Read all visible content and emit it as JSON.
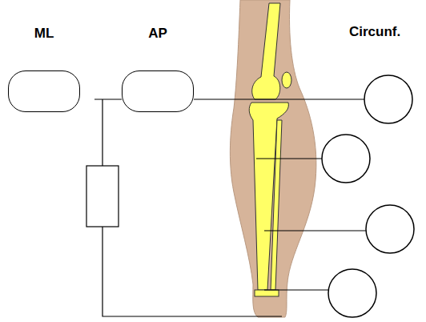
{
  "diagram": {
    "nodes": [
      {
        "text": [
          "ML"
        ]
      },
      {
        "text": [
          "AP"
        ]
      }
    ],
    "labels": [
      "Circunf."
    ]
  }
}
